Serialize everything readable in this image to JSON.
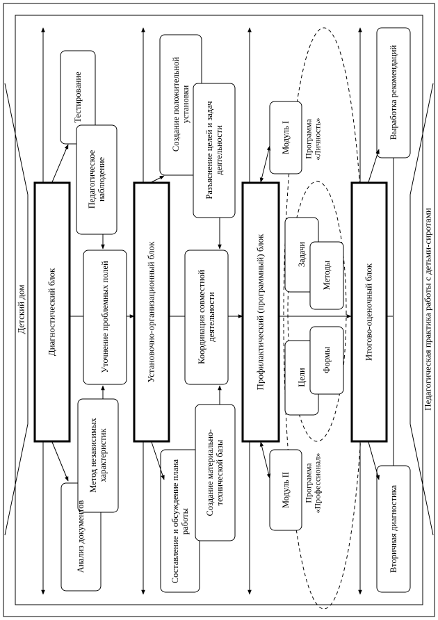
{
  "frame": {
    "left_label": "Детский дом",
    "right_label": "Педагогическая практика работы с детьми-сиротами"
  },
  "blocks": {
    "diagnostic": "Диагностический блок",
    "organizational": "Установочно-организационный блок",
    "preventive": "Профилактический (программный) блок",
    "final": "Итогово-оценочный блок"
  },
  "diagnostic_column": {
    "testing": "Тестирование",
    "observation": "Педагогическое наблюдение",
    "clarification": "Уточнение проблемных полей",
    "independent_characteristics": "Метод независимых характеристик",
    "document_analysis": "Анализ документов"
  },
  "organizational_column": {
    "positive_attitude": "Создание положительной установки",
    "goals_explanation": "Разъяснение целей и задач деятельности",
    "coordination": "Координация совместной деятельности",
    "material_base": "Создание материально-технической базы",
    "work_plan": "Составление и обсуждение плана работы"
  },
  "preventive_column": {
    "module1": "Модуль I",
    "module2": "Модуль II",
    "program_personality": "Программа «Личность»",
    "program_professional": "Программа «Профессионал»",
    "tasks": "Задачи",
    "methods": "Методы",
    "goals": "Цели",
    "forms": "Формы"
  },
  "final_column": {
    "recommendations": "Выработка рекомендаций",
    "secondary_diagnostics": "Вторичная диагностика"
  }
}
